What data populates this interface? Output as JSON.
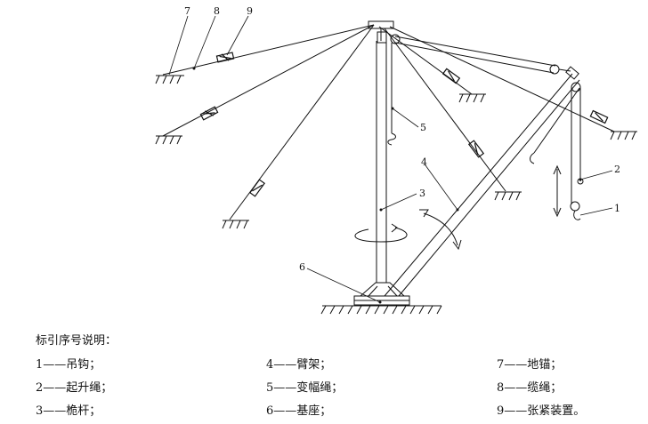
{
  "diagram": {
    "callouts": [
      "1",
      "2",
      "3",
      "4",
      "5",
      "6",
      "7",
      "8",
      "9"
    ]
  },
  "legend": {
    "title": "标引序号说明：",
    "items": [
      {
        "text": "1——吊钩；"
      },
      {
        "text": "2——起升绳；"
      },
      {
        "text": "3——桅杆；"
      },
      {
        "text": "4——臂架；"
      },
      {
        "text": "5——变幅绳；"
      },
      {
        "text": "6——基座；"
      },
      {
        "text": "7——地锚；"
      },
      {
        "text": "8——缆绳；"
      },
      {
        "text": "9——张紧装置。"
      }
    ]
  }
}
